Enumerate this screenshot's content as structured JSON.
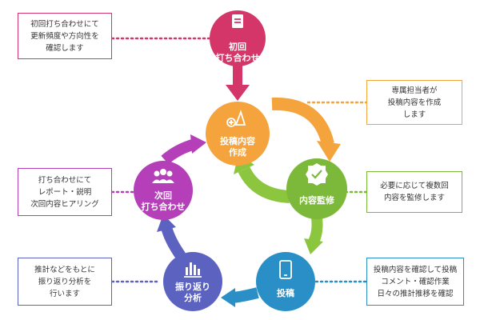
{
  "colors": {
    "pink": "#d4366a",
    "orange": "#f5a33c",
    "green": "#8cc63f",
    "blue": "#2a8fc6",
    "indigo": "#5b62c0",
    "purple": "#b43fb9"
  },
  "nodes": [
    {
      "id": "first-meeting",
      "label": "初回\n打ち合わせ",
      "icon": "document-icon",
      "color": "#d4366a"
    },
    {
      "id": "create-content",
      "label": "投稿内容\n作成",
      "icon": "pencil-icon",
      "color": "#f5a33c"
    },
    {
      "id": "content-review",
      "label": "内容監修",
      "icon": "check-badge-icon",
      "color": "#7cb83a"
    },
    {
      "id": "post",
      "label": "投稿",
      "icon": "smartphone-icon",
      "color": "#2a8fc6"
    },
    {
      "id": "review-analysis",
      "label": "振り返り\n分析",
      "icon": "bar-chart-icon",
      "color": "#5b62c0"
    },
    {
      "id": "next-meeting",
      "label": "次回\n打ち合わせ",
      "icon": "people-icon",
      "color": "#b43fb9"
    }
  ],
  "notes": [
    {
      "id": "first-meeting",
      "text": "初回打ち合わせにて\n更新頻度や方向性を\n確認します",
      "color": "#d4366a"
    },
    {
      "id": "create-content",
      "text": "専属担当者が\n投稿内容を作成\nします",
      "color": "#f5a33c"
    },
    {
      "id": "content-review",
      "text": "必要に応じて複数回\n内容を監修します",
      "color": "#7cb83a"
    },
    {
      "id": "post",
      "text": "投稿内容を確認して投稿\nコメント・確認作業\n日々の推計推移を確認",
      "color": "#2a8fc6"
    },
    {
      "id": "review-analysis",
      "text": "推計などをもとに\n振り返り分析を\n行います",
      "color": "#5b62c0"
    },
    {
      "id": "next-meeting",
      "text": "打ち合わせにて\nレポート・説明\n次回内容ヒアリング",
      "color": "#b43fb9"
    }
  ]
}
